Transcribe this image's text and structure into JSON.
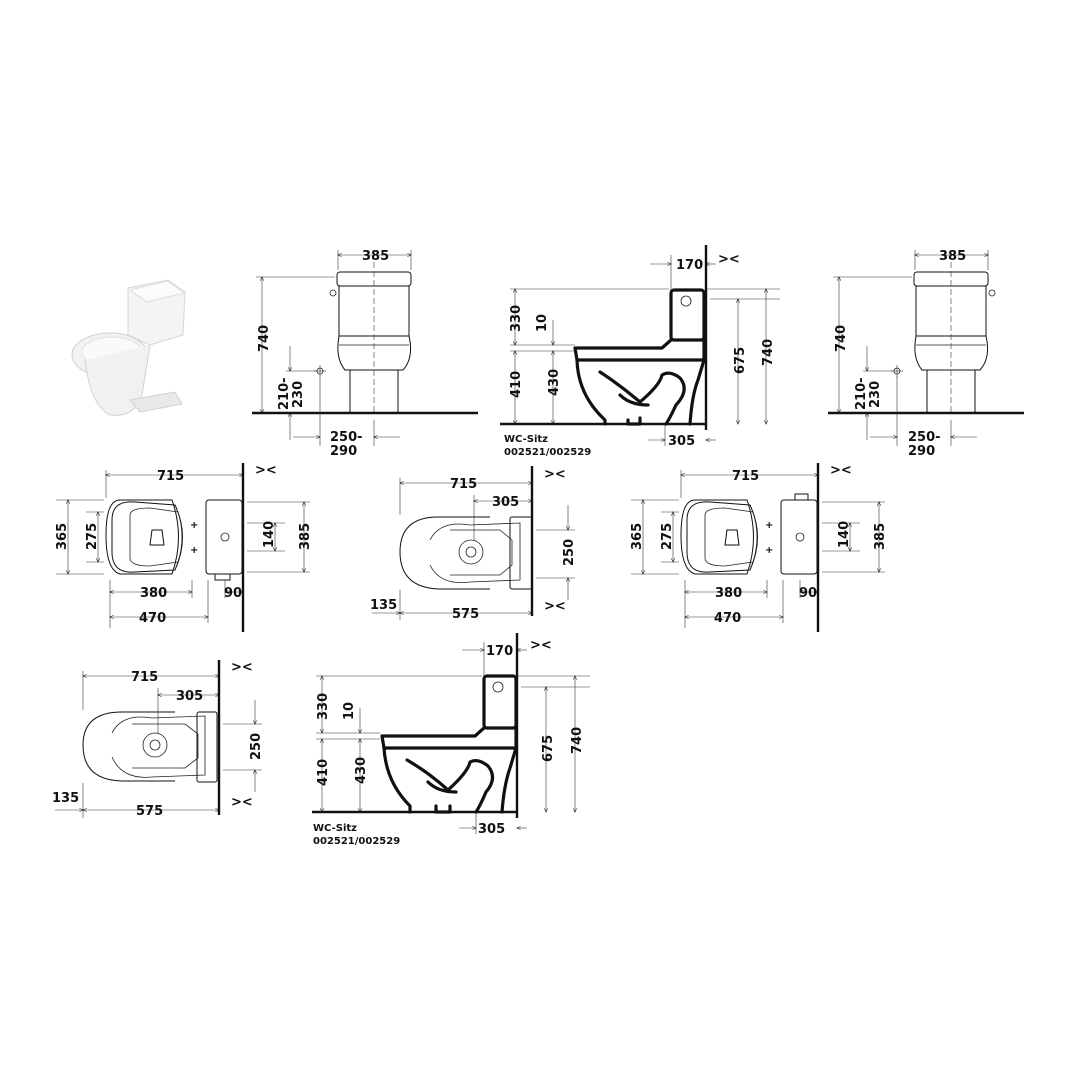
{
  "product_photo": {
    "icon": "one-piece-toilet-photo"
  },
  "front_view_left": {
    "width": "385",
    "height": "740",
    "inlet_top": "210-",
    "inlet_bottom": "230",
    "spacing_top": "250-",
    "spacing_bottom": "290"
  },
  "side_view_top": {
    "tank_depth": "170",
    "wall_marker": ">< ",
    "h330": "330",
    "h10": "10",
    "h410": "410",
    "h430": "430",
    "h675": "675",
    "h740": "740",
    "h305": "305",
    "seat_label": "WC-Sitz",
    "seat_codes": "002521/002529"
  },
  "front_view_right": {
    "width": "385",
    "height": "740",
    "inlet_top": "210-",
    "inlet_bottom": "230",
    "spacing_top": "250-",
    "spacing_bottom": "290"
  },
  "top_view_left": {
    "length": "715",
    "wall_marker": "><",
    "w365": "365",
    "w275": "275",
    "w140": "140",
    "w385": "385",
    "d380": "380",
    "d90": "90",
    "d470": "470"
  },
  "bottom_view_center": {
    "length": "715",
    "d305": "305",
    "w250": "250",
    "d135": "135",
    "d575": "575",
    "wall_marker": "><"
  },
  "top_view_right": {
    "length": "715",
    "wall_marker": "><",
    "w365": "365",
    "w275": "275",
    "w140": "140",
    "w385": "385",
    "d380": "380",
    "d90": "90",
    "d470": "470"
  },
  "bottom_view_left": {
    "length": "715",
    "d305": "305",
    "w250": "250",
    "d135": "135",
    "d575": "575",
    "wall_marker": "><"
  },
  "side_view_bottom": {
    "tank_depth": "170",
    "wall_marker": "><",
    "h330": "330",
    "h10": "10",
    "h410": "410",
    "h430": "430",
    "h675": "675",
    "h740": "740",
    "h305": "305",
    "seat_label": "WC-Sitz",
    "seat_codes": "002521/002529"
  }
}
